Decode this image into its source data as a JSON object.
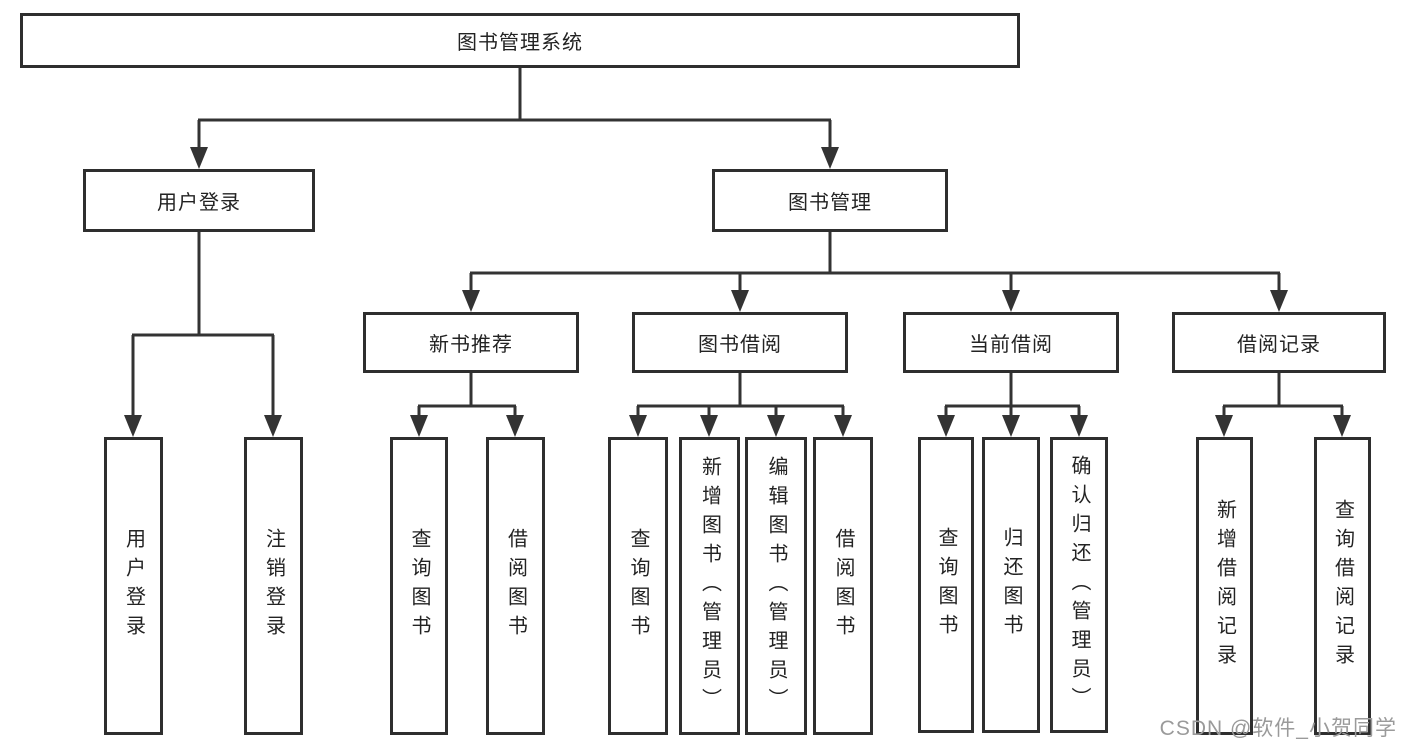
{
  "tree": {
    "root": "图书管理系统",
    "branches": [
      {
        "label": "用户登录",
        "children": [
          "用户登录",
          "注销登录"
        ]
      },
      {
        "label": "图书管理",
        "groups": [
          {
            "label": "新书推荐",
            "children": [
              "查询图书",
              "借阅图书"
            ]
          },
          {
            "label": "图书借阅",
            "children": [
              "查询图书",
              "新增图书（管理员）",
              "编辑图书（管理员）",
              "借阅图书"
            ]
          },
          {
            "label": "当前借阅",
            "children": [
              "查询图书",
              "归还图书",
              "确认归还（管理员）"
            ]
          },
          {
            "label": "借阅记录",
            "children": [
              "新增借阅记录",
              "查询借阅记录"
            ]
          }
        ]
      }
    ]
  },
  "watermark": {
    "text": "CSDN @软件_小贺同学"
  },
  "colors": {
    "line": "#333333",
    "box_border": "#2e2e2e",
    "box_fill": "#ffffff",
    "text": "#232323",
    "watermark": "#9a9a9a",
    "background": "#ffffff"
  }
}
